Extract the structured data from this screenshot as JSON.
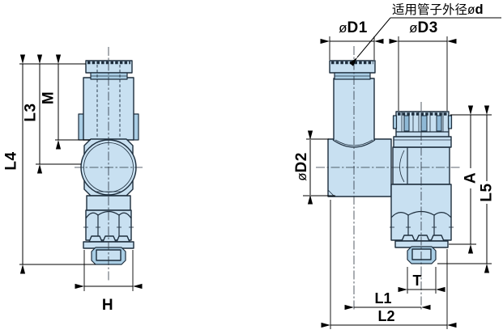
{
  "note": {
    "applicable_tube_od": "适用管子外径",
    "dia_symbol": "ø",
    "dia_letter": "d"
  },
  "dims": {
    "dia_symbol": "ø",
    "front": {
      "L4": "L4",
      "L3": "L3",
      "M": "M",
      "H": "H"
    },
    "side": {
      "D1": "D1",
      "D2": "D2",
      "D3": "D3",
      "A": "A",
      "L5": "L5",
      "T": "T",
      "L1": "L1",
      "L2": "L2"
    }
  },
  "colors": {
    "body_fill": "#c8e0f1",
    "body_shade": "#aacee5",
    "slot_shade": "#8fb9d6",
    "outline": "#1d2d3c",
    "dimension_line": "#000000"
  }
}
